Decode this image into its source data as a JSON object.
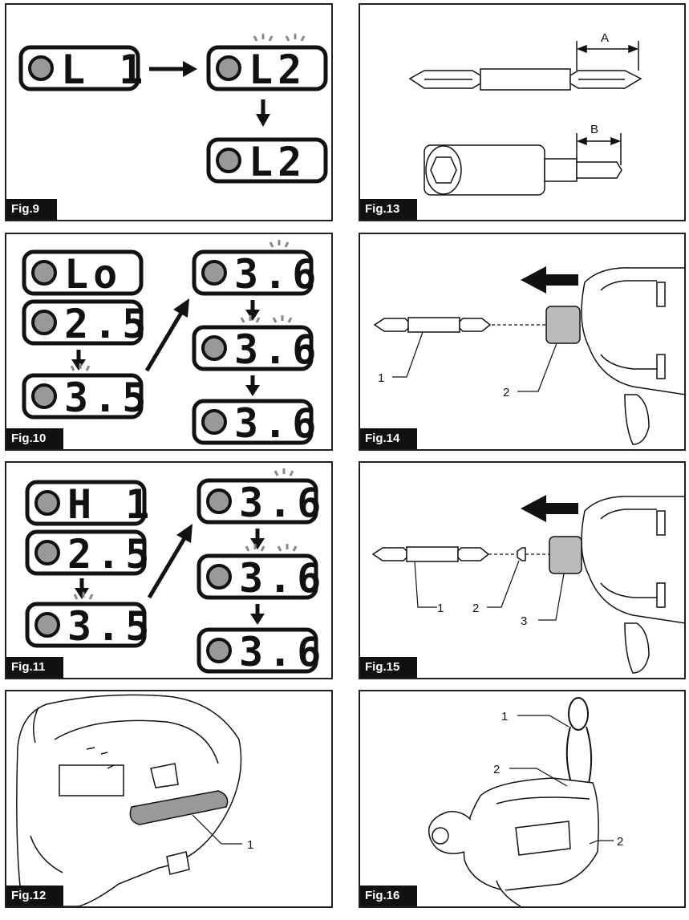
{
  "figures": {
    "fig9": {
      "label": "Fig.9",
      "displays": [
        "L 1",
        "L2",
        "L2"
      ]
    },
    "fig10": {
      "label": "Fig.10",
      "displays": [
        "Lo",
        "2.5",
        "3.5",
        "3.6",
        "3.6",
        "3.6"
      ]
    },
    "fig11": {
      "label": "Fig.11",
      "displays": [
        "H 1",
        "2.5",
        "3.5",
        "3.6",
        "3.6",
        "3.6"
      ]
    },
    "fig12": {
      "label": "Fig.12",
      "callouts": [
        "1"
      ]
    },
    "fig13": {
      "label": "Fig.13",
      "dimensions": [
        "A",
        "B"
      ]
    },
    "fig14": {
      "label": "Fig.14",
      "callouts": [
        "1",
        "2"
      ]
    },
    "fig15": {
      "label": "Fig.15",
      "callouts": [
        "1",
        "2",
        "3"
      ]
    },
    "fig16": {
      "label": "Fig.16",
      "callouts": [
        "1",
        "2",
        "2"
      ]
    }
  }
}
